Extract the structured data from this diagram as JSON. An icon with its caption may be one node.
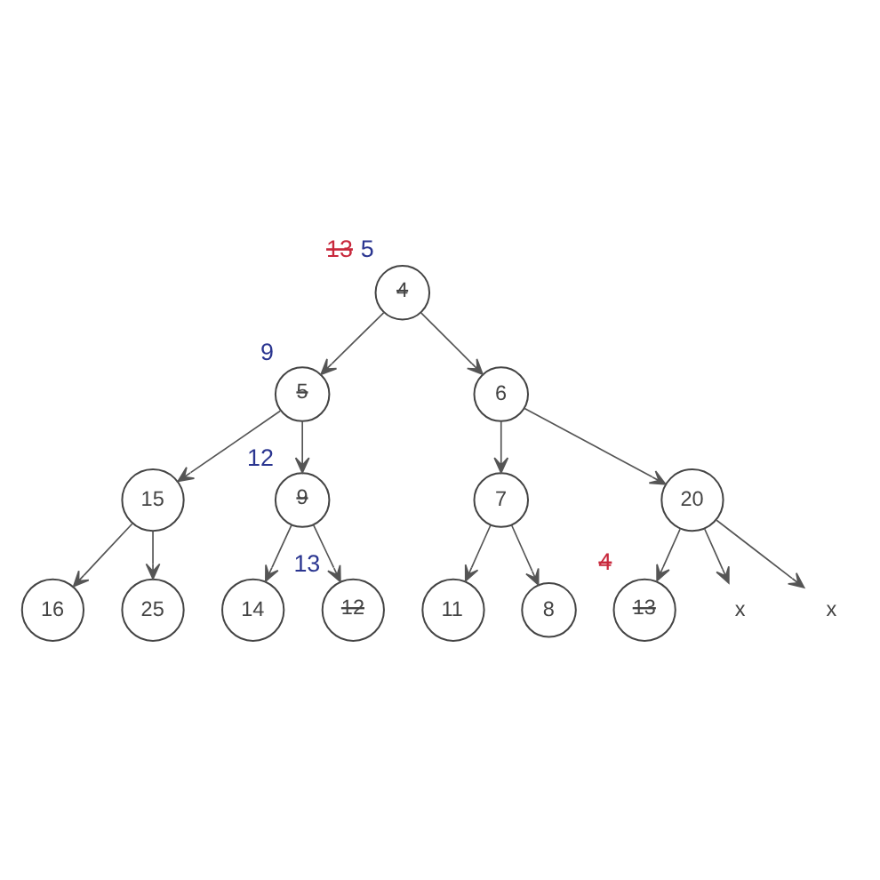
{
  "diagram": {
    "nodes": [
      {
        "text": [
          "4"
        ],
        "beside": [
          "13",
          "5"
        ]
      },
      {
        "text": [
          "5"
        ],
        "beside": [
          "9"
        ]
      },
      {
        "text": [
          "6"
        ]
      },
      {
        "text": [
          "15"
        ]
      },
      {
        "text": [
          "9"
        ],
        "beside": [
          "12"
        ]
      },
      {
        "text": [
          "7"
        ]
      },
      {
        "text": [
          "20"
        ]
      },
      {
        "text": [
          "16"
        ]
      },
      {
        "text": [
          "25"
        ]
      },
      {
        "text": [
          "14"
        ]
      },
      {
        "text": [
          "12"
        ],
        "beside": [
          "13"
        ]
      },
      {
        "text": [
          "11"
        ]
      },
      {
        "text": [
          "8"
        ]
      },
      {
        "text": [
          "13"
        ],
        "beside": [
          "4"
        ]
      },
      {
        "text": [
          "x"
        ]
      },
      {
        "text": [
          "x"
        ]
      }
    ],
    "edges": [
      {
        "from": 0,
        "to": 1,
        "arrow": "to"
      },
      {
        "from": 0,
        "to": 2,
        "arrow": "to"
      },
      {
        "from": 1,
        "to": 3,
        "arrow": "to"
      },
      {
        "from": 1,
        "to": 4,
        "arrow": "to"
      },
      {
        "from": 2,
        "to": 5,
        "arrow": "to"
      },
      {
        "from": 2,
        "to": 6,
        "arrow": "to"
      },
      {
        "from": 3,
        "to": 7,
        "arrow": "to"
      },
      {
        "from": 3,
        "to": 8,
        "arrow": "to"
      },
      {
        "from": 4,
        "to": 9,
        "arrow": "to"
      },
      {
        "from": 4,
        "to": 10,
        "arrow": "to"
      },
      {
        "from": 5,
        "to": 11,
        "arrow": "to"
      },
      {
        "from": 5,
        "to": 12,
        "arrow": "to"
      },
      {
        "from": 6,
        "to": 13,
        "arrow": "to"
      },
      {
        "from": 6,
        "to": 14,
        "arrow": "to"
      },
      {
        "from": 6,
        "to": 15,
        "arrow": "to"
      }
    ]
  }
}
